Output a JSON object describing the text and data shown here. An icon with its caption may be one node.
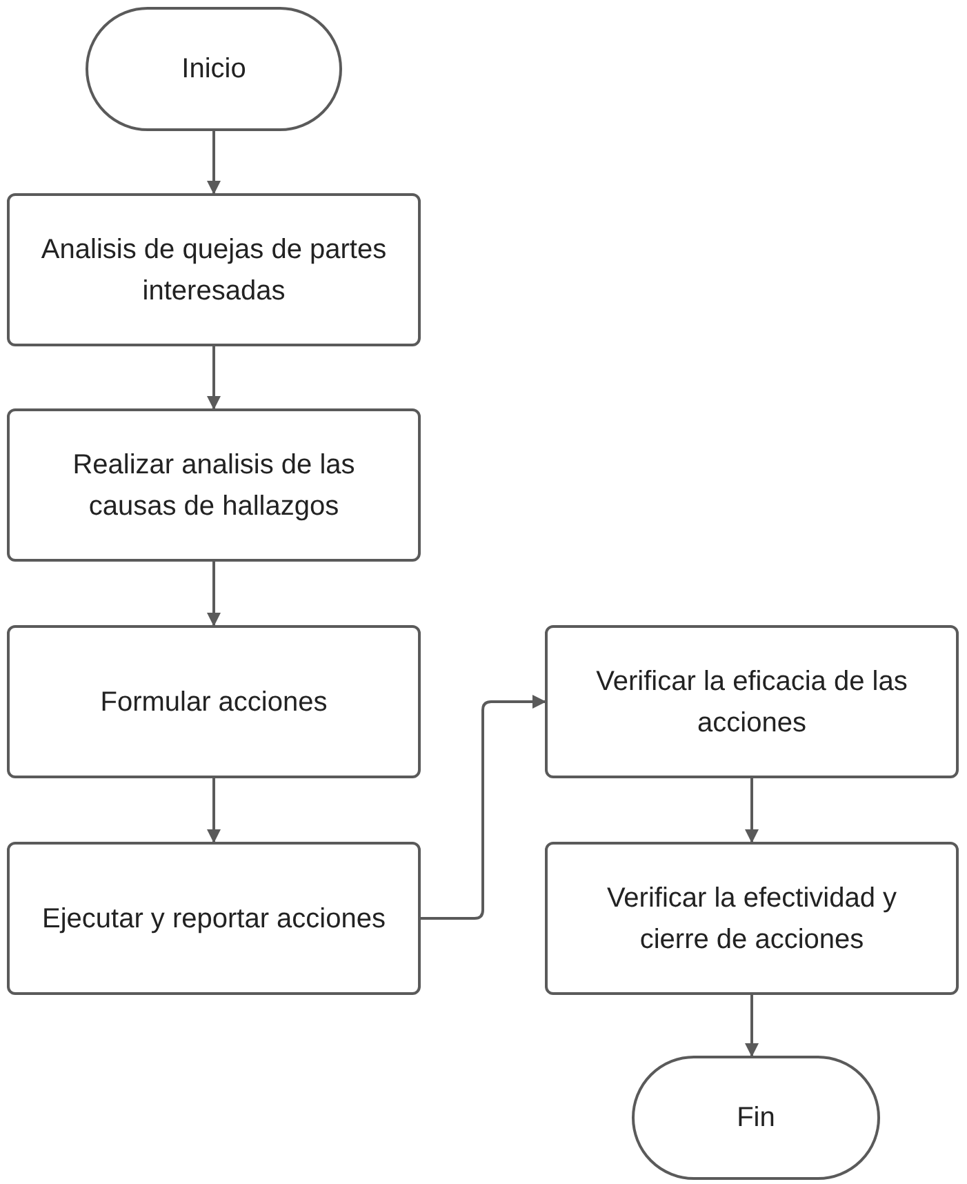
{
  "diagram": {
    "nodes": [
      {
        "text": [
          "Inicio"
        ]
      },
      {
        "text": [
          "Analisis de quejas de partes interesadas"
        ]
      },
      {
        "text": [
          "Realizar analisis de las causas de hallazgos"
        ]
      },
      {
        "text": [
          "Formular acciones"
        ]
      },
      {
        "text": [
          "Ejecutar y reportar acciones"
        ]
      },
      {
        "text": [
          "Verificar la eficacia de las acciones"
        ]
      },
      {
        "text": [
          "Verificar la efectividad y cierre de acciones"
        ]
      },
      {
        "text": [
          "Fin"
        ]
      }
    ],
    "edges": [
      {
        "from": 0,
        "to": 1,
        "arrow": "to"
      },
      {
        "from": 1,
        "to": 2,
        "arrow": "to"
      },
      {
        "from": 2,
        "to": 3,
        "arrow": "to"
      },
      {
        "from": 3,
        "to": 4,
        "arrow": "to"
      },
      {
        "from": 4,
        "to": 5,
        "arrow": "to"
      },
      {
        "from": 5,
        "to": 6,
        "arrow": "to"
      },
      {
        "from": 6,
        "to": 7,
        "arrow": "to"
      }
    ]
  }
}
